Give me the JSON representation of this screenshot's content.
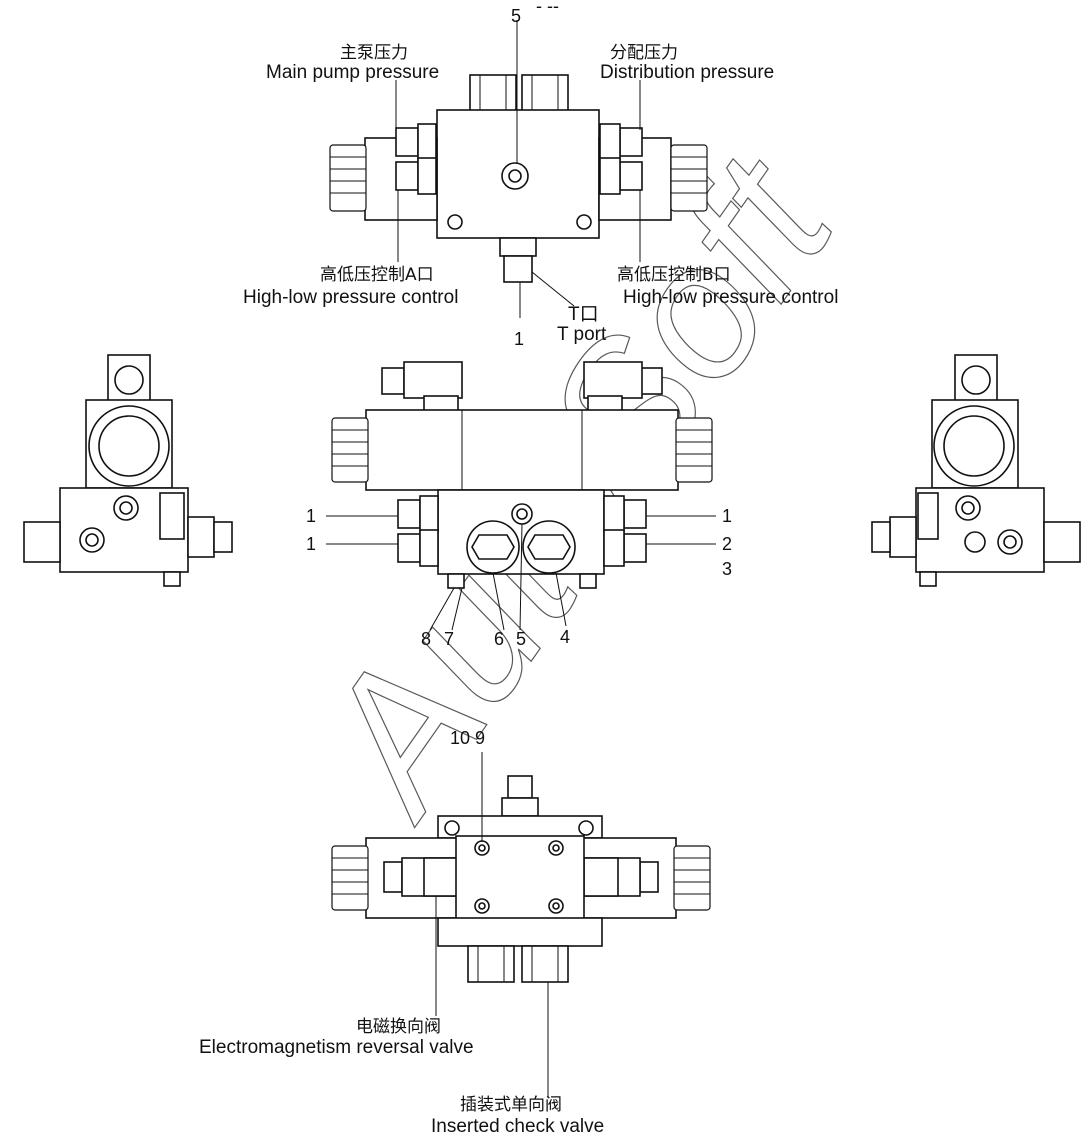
{
  "top_view": {
    "label_main_pump_cn": "主泵压力",
    "label_main_pump_en": "Main pump pressure",
    "label_distribution_cn": "分配压力",
    "label_distribution_en": "Distribution pressure",
    "label_hl_a_cn": "高低压控制A口",
    "label_hl_a_en": "High-low pressure control",
    "label_hl_b_cn": "高低压控制B口",
    "label_hl_b_en": "High-low pressure control",
    "label_t_cn": "T口",
    "label_t_en": "T port",
    "num_5": "5",
    "num_1": "1",
    "tick": "- --"
  },
  "middle_view": {
    "left_1a": "1",
    "left_1b": "1",
    "right_1": "1",
    "right_2": "2",
    "right_3": "3",
    "bottom_8": "8",
    "bottom_7": "7",
    "bottom_6": "6",
    "bottom_5": "5",
    "bottom_4": "4"
  },
  "bottom_view": {
    "num_10_9": "10 9",
    "label_solenoid_cn": "电磁换向阀",
    "label_solenoid_en": "Electromagnetism  reversal valve",
    "label_check_cn": "插装式单向阀",
    "label_check_en": "Inserted check valve"
  },
  "watermark": "AutoSoft"
}
